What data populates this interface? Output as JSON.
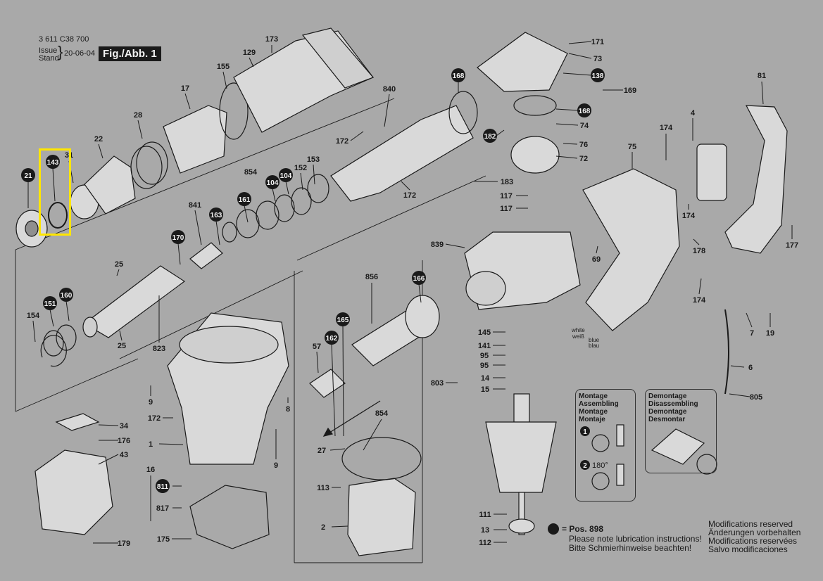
{
  "header": {
    "doc_number": "3 611 C38 700",
    "issue_label": "Issue",
    "stand_label": "Stand",
    "issue_date": "20-06-04",
    "figure_label": "Fig./Abb. 1"
  },
  "parts": [
    {
      "id": "p173a",
      "label": "173",
      "filled": false
    },
    {
      "id": "p129",
      "label": "129",
      "filled": false
    },
    {
      "id": "p155",
      "label": "155",
      "filled": false
    },
    {
      "id": "p17",
      "label": "17",
      "filled": false
    },
    {
      "id": "p28",
      "label": "28",
      "filled": false
    },
    {
      "id": "p22",
      "label": "22",
      "filled": false
    },
    {
      "id": "p31",
      "label": "31",
      "filled": false
    },
    {
      "id": "p143",
      "label": "143",
      "filled": true
    },
    {
      "id": "p21",
      "label": "21",
      "filled": true
    },
    {
      "id": "p840",
      "label": "840",
      "filled": false
    },
    {
      "id": "p172a",
      "label": "172",
      "filled": false
    },
    {
      "id": "p153",
      "label": "153",
      "filled": false
    },
    {
      "id": "p854a",
      "label": "854",
      "filled": false
    },
    {
      "id": "p104a",
      "label": "104",
      "filled": true
    },
    {
      "id": "p104b",
      "label": "104",
      "filled": true
    },
    {
      "id": "p152",
      "label": "152",
      "filled": false
    },
    {
      "id": "p172b",
      "label": "172",
      "filled": false
    },
    {
      "id": "p841",
      "label": "841",
      "filled": false
    },
    {
      "id": "p163",
      "label": "163",
      "filled": true
    },
    {
      "id": "p161",
      "label": "161",
      "filled": true
    },
    {
      "id": "p170",
      "label": "170",
      "filled": true
    },
    {
      "id": "p25a",
      "label": "25",
      "filled": false
    },
    {
      "id": "p25b",
      "label": "25",
      "filled": false
    },
    {
      "id": "p151",
      "label": "151",
      "filled": true
    },
    {
      "id": "p160",
      "label": "160",
      "filled": true
    },
    {
      "id": "p154",
      "label": "154",
      "filled": false
    },
    {
      "id": "p823",
      "label": "823",
      "filled": false
    },
    {
      "id": "p168a",
      "label": "168",
      "filled": true
    },
    {
      "id": "p171",
      "label": "171",
      "filled": false
    },
    {
      "id": "p73",
      "label": "73",
      "filled": false
    },
    {
      "id": "p138",
      "label": "138",
      "filled": true
    },
    {
      "id": "p169",
      "label": "169",
      "filled": false
    },
    {
      "id": "p168b",
      "label": "168",
      "filled": true
    },
    {
      "id": "p74",
      "label": "74",
      "filled": false
    },
    {
      "id": "p182",
      "label": "182",
      "filled": true
    },
    {
      "id": "p76",
      "label": "76",
      "filled": false
    },
    {
      "id": "p72",
      "label": "72",
      "filled": false
    },
    {
      "id": "p81",
      "label": "81",
      "filled": false
    },
    {
      "id": "p4",
      "label": "4",
      "filled": false
    },
    {
      "id": "p174a",
      "label": "174",
      "filled": false
    },
    {
      "id": "p75",
      "label": "75",
      "filled": false
    },
    {
      "id": "p174b",
      "label": "174",
      "filled": false
    },
    {
      "id": "p178",
      "label": "178",
      "filled": false
    },
    {
      "id": "p177",
      "label": "177",
      "filled": false
    },
    {
      "id": "p174c",
      "label": "174",
      "filled": false
    },
    {
      "id": "p183",
      "label": "183",
      "filled": false
    },
    {
      "id": "p117a",
      "label": "117",
      "filled": false
    },
    {
      "id": "p117b",
      "label": "117",
      "filled": false
    },
    {
      "id": "p839",
      "label": "839",
      "filled": false
    },
    {
      "id": "p69",
      "label": "69",
      "filled": false
    },
    {
      "id": "p856",
      "label": "856",
      "filled": false
    },
    {
      "id": "p166",
      "label": "166",
      "filled": true
    },
    {
      "id": "p165",
      "label": "165",
      "filled": true
    },
    {
      "id": "p162",
      "label": "162",
      "filled": true
    },
    {
      "id": "p57",
      "label": "57",
      "filled": false
    },
    {
      "id": "p145",
      "label": "145",
      "filled": false
    },
    {
      "id": "p141",
      "label": "141",
      "filled": false
    },
    {
      "id": "p95a",
      "label": "95",
      "filled": false
    },
    {
      "id": "p95b",
      "label": "95",
      "filled": false
    },
    {
      "id": "p803",
      "label": "803",
      "filled": false
    },
    {
      "id": "p14",
      "label": "14",
      "filled": false
    },
    {
      "id": "p15",
      "label": "15",
      "filled": false
    },
    {
      "id": "p7",
      "label": "7",
      "filled": false
    },
    {
      "id": "p19",
      "label": "19",
      "filled": false
    },
    {
      "id": "p6",
      "label": "6",
      "filled": false
    },
    {
      "id": "p805",
      "label": "805",
      "filled": false
    },
    {
      "id": "p9a",
      "label": "9",
      "filled": false
    },
    {
      "id": "p8",
      "label": "8",
      "filled": false
    },
    {
      "id": "p172c",
      "label": "172",
      "filled": false
    },
    {
      "id": "p1",
      "label": "1",
      "filled": false
    },
    {
      "id": "p9b",
      "label": "9",
      "filled": false
    },
    {
      "id": "p34",
      "label": "34",
      "filled": false
    },
    {
      "id": "p176",
      "label": "176",
      "filled": false
    },
    {
      "id": "p43",
      "label": "43",
      "filled": false
    },
    {
      "id": "p179",
      "label": "179",
      "filled": false
    },
    {
      "id": "p16",
      "label": "16",
      "filled": false
    },
    {
      "id": "p811",
      "label": "811",
      "filled": true
    },
    {
      "id": "p817",
      "label": "817",
      "filled": false
    },
    {
      "id": "p175",
      "label": "175",
      "filled": false
    },
    {
      "id": "p854b",
      "label": "854",
      "filled": false
    },
    {
      "id": "p27",
      "label": "27",
      "filled": false
    },
    {
      "id": "p113",
      "label": "113",
      "filled": false
    },
    {
      "id": "p2",
      "label": "2",
      "filled": false
    },
    {
      "id": "p111",
      "label": "111",
      "filled": false
    },
    {
      "id": "p13",
      "label": "13",
      "filled": false
    },
    {
      "id": "p112",
      "label": "112",
      "filled": false
    }
  ],
  "wire_labels": {
    "white": "white",
    "weiss": "weiß",
    "blue": "blue",
    "blau": "blau"
  },
  "assembly_box": {
    "lines": [
      "Montage",
      "Assembling",
      "Montage",
      "Montaje"
    ],
    "step1": "1",
    "step2": "2",
    "angle": "180°"
  },
  "disassembly_box": {
    "lines": [
      "Demontage",
      "Disassembling",
      "Demontage",
      "Desmontar"
    ]
  },
  "legend": {
    "pos_text": "= Pos.  898",
    "line1": "Please note lubrication instructions!",
    "line2": "Bitte Schmierhinweise beachten!"
  },
  "modifications": [
    "Modifications reserved",
    "Änderungen vorbehalten",
    "Modifications reservées",
    "Salvo modificaciones"
  ],
  "colors": {
    "background": "#a9a9a9",
    "ink": "#1a1a1a",
    "highlight": "#ffe600",
    "fill_light": "#d9d9d9"
  }
}
